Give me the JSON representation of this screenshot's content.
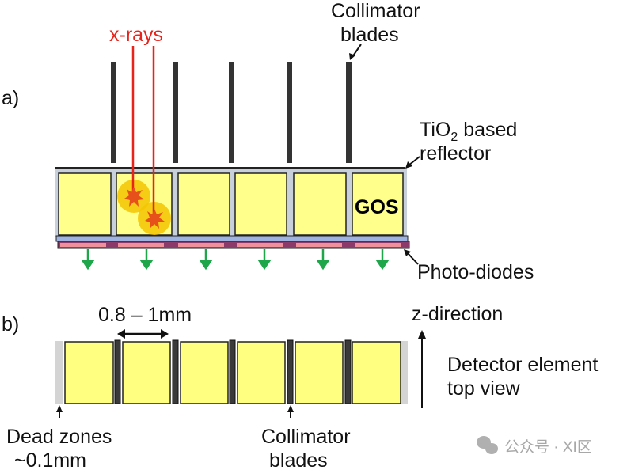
{
  "panel_a": {
    "label": "a)",
    "xray_label": "x-rays",
    "collimator_label_line1": "Collimator",
    "collimator_label_line2": "blades",
    "reflector_label_prefix": "TiO",
    "reflector_label_sub": "2",
    "reflector_label_suffix": " based",
    "reflector_label_line2": "reflector",
    "scintillator_label": "GOS",
    "photodiode_label": "Photo-diodes"
  },
  "panel_b": {
    "label": "b)",
    "pitch_label": "0.8 – 1mm",
    "z_label": "z-direction",
    "view_label_line1": "Detector element",
    "view_label_line2": "top view",
    "dead_zone_line1": "Dead zones",
    "dead_zone_line2": "~0.1mm",
    "collimator_line1": "Collimator",
    "collimator_line2": "blades"
  },
  "watermark": "公众号 · XI区",
  "colors": {
    "scintillator": "#ffff80",
    "xray": "#e8231b",
    "arrow": "#1fa64a",
    "diode": "#f0909a",
    "diode_gap": "#8c3a6a",
    "substrate": "#9fb3e0",
    "blade": "#333333",
    "reflector": "#c8d0dc"
  }
}
